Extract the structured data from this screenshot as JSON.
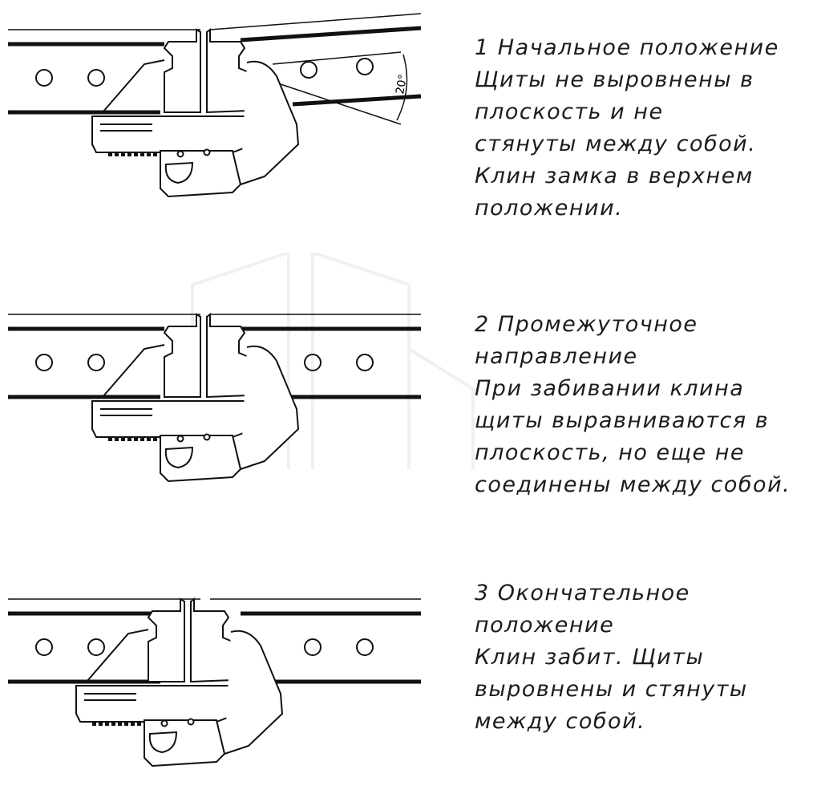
{
  "steps": [
    {
      "lines": [
        "1 Начальное положение",
        "Щиты не выровнены в",
        "плоскость и не",
        "стянуты между собой.",
        "Клин замка в верхнем",
        "положении."
      ],
      "angle_label": "20°"
    },
    {
      "lines": [
        "2 Промежуточное",
        "направление",
        "При забивании клина",
        "щиты выравниваются в",
        "плоскость, но еще не",
        "соединены между собой."
      ]
    },
    {
      "lines": [
        "3 Окончательное",
        "положение",
        "Клин забит. Щиты",
        "выровнены и стянуты",
        "между собой."
      ]
    }
  ]
}
